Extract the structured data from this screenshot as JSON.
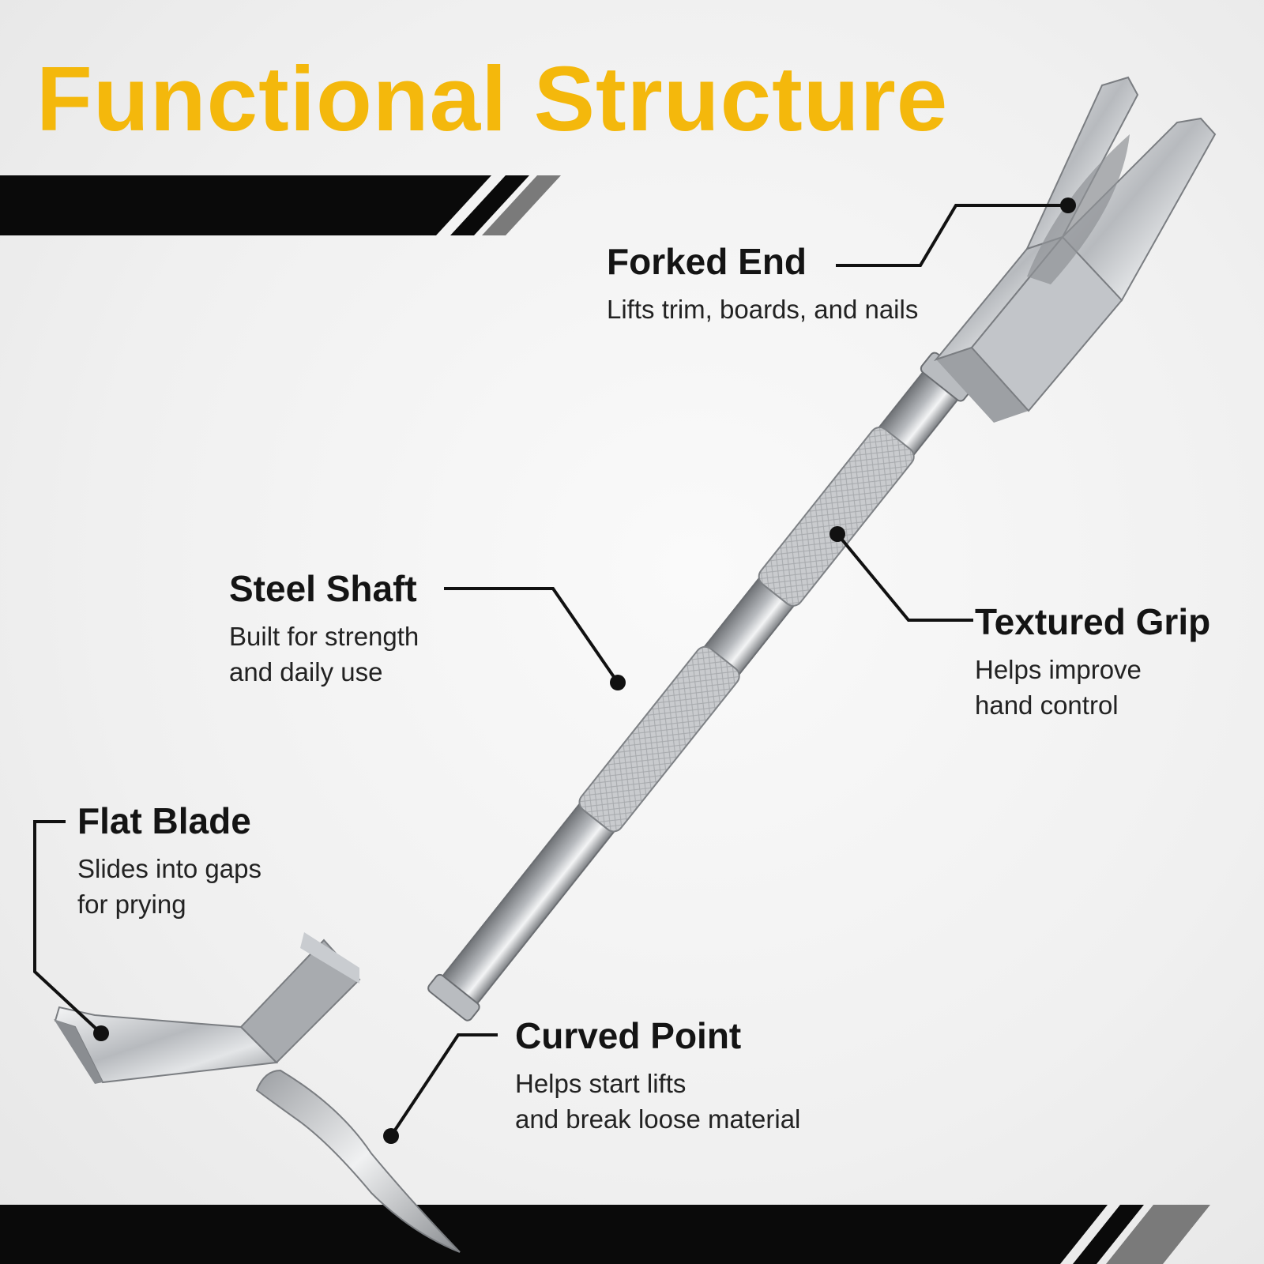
{
  "title": "Functional Structure",
  "colors": {
    "accent": "#f4b80c",
    "band": "#0a0a0a",
    "stripe_gray": "#7a7a7a",
    "steel": "#c4c7cb"
  },
  "parts": {
    "forked_end": {
      "name": "Forked End",
      "description": "Lifts trim, boards, and nails"
    },
    "steel_shaft": {
      "name": "Steel Shaft",
      "description": "Built for strength\nand daily use"
    },
    "textured_grip": {
      "name": "Textured Grip",
      "description": "Helps improve\nhand control"
    },
    "flat_blade": {
      "name": "Flat Blade",
      "description": "Slides into gaps\nfor prying"
    },
    "curved_point": {
      "name": "Curved Point",
      "description": "Helps start lifts\nand break loose material"
    }
  }
}
